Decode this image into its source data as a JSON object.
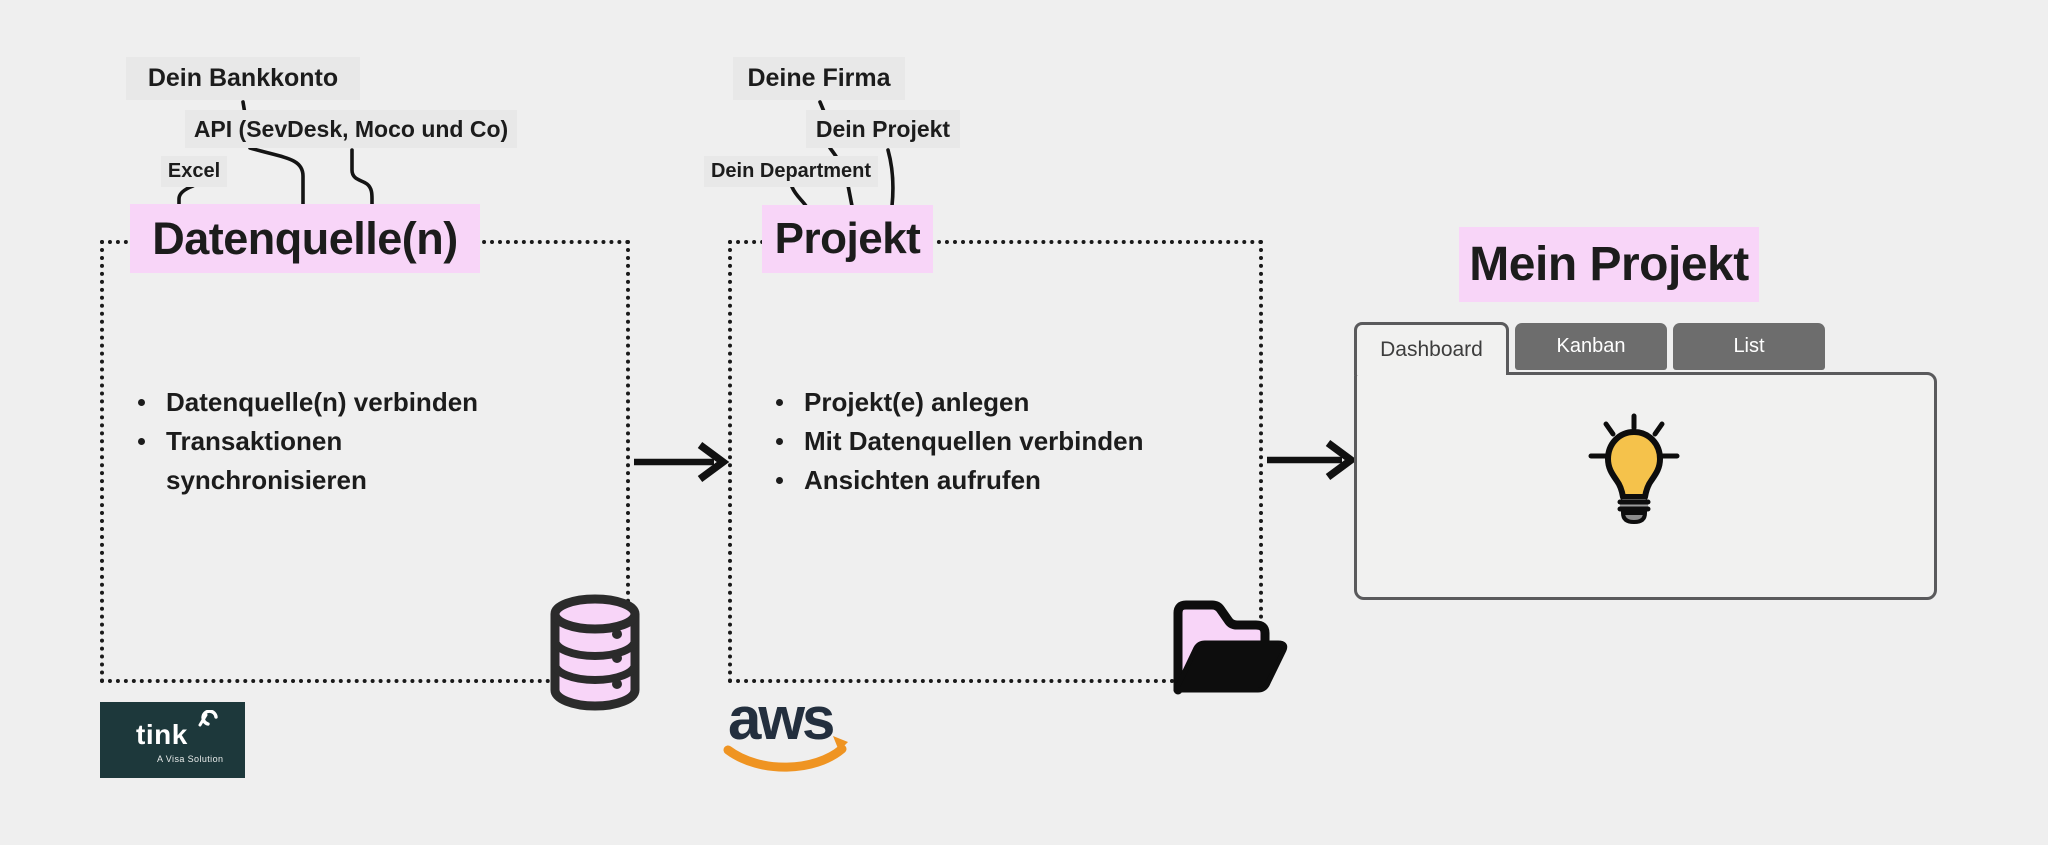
{
  "colors": {
    "background": "#efefef",
    "highlight_pink": "#f8d5f8",
    "tag_gray": "#e8e8e8",
    "text_dark": "#1c1c1c",
    "tab_gray": "#6d6d6d",
    "tink_bg": "#1d383b",
    "aws_navy": "#232f3e",
    "aws_orange": "#ef9422",
    "bulb_yellow": "#f5c24b"
  },
  "datasource": {
    "title": "Datenquelle(n)",
    "tags": {
      "bank": "Dein Bankkonto",
      "api": "API (SevDesk, Moco und Co)",
      "excel": "Excel"
    },
    "bullets": [
      "Datenquelle(n) verbinden",
      "Transaktionen synchronisieren"
    ],
    "logo": {
      "name": "tink",
      "tagline": "A Visa Solution"
    }
  },
  "project": {
    "title": "Projekt",
    "tags": {
      "company": "Deine Firma",
      "project": "Dein Projekt",
      "department": "Dein Department"
    },
    "bullets": [
      "Projekt(e) anlegen",
      "Mit Datenquellen verbinden",
      "Ansichten aufrufen"
    ],
    "logo": {
      "name": "aws"
    }
  },
  "result": {
    "title": "Mein Projekt",
    "tabs": [
      {
        "label": "Dashboard",
        "active": true
      },
      {
        "label": "Kanban",
        "active": false
      },
      {
        "label": "List",
        "active": false
      }
    ]
  }
}
